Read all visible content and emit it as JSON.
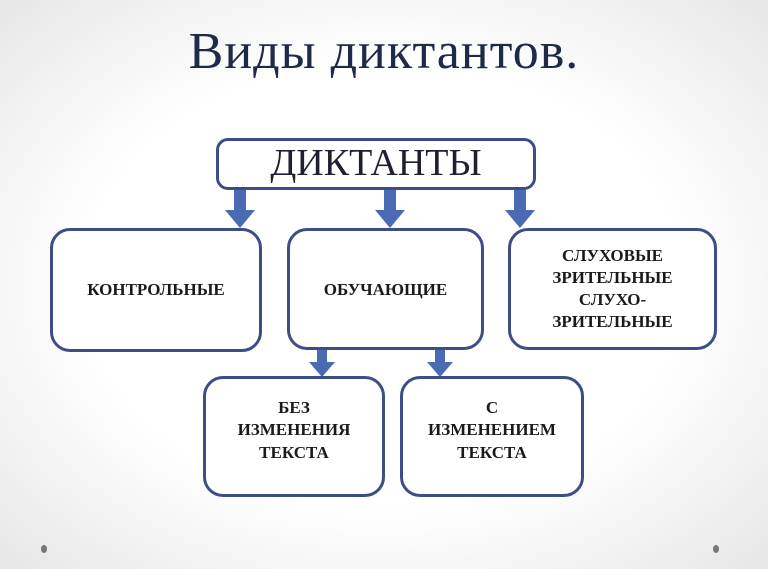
{
  "title": "Виды диктантов.",
  "root": {
    "label": "ДИКТАНТЫ"
  },
  "level1": [
    {
      "lines": [
        "КОНТРОЛЬНЫЕ"
      ]
    },
    {
      "lines": [
        "ОБУЧАЮЩИЕ"
      ]
    },
    {
      "lines": [
        "СЛУХОВЫЕ",
        "ЗРИТЕЛЬНЫЕ",
        "СЛУХО-",
        "ЗРИТЕЛЬНЫЕ"
      ]
    }
  ],
  "level2": [
    {
      "lines": [
        "БЕЗ",
        "ИЗМЕНЕНИЯ",
        "ТЕКСТА"
      ]
    },
    {
      "lines": [
        "С",
        "ИЗМЕНЕНИЕМ",
        "ТЕКСТА"
      ]
    }
  ],
  "colors": {
    "border": "#3d4e86",
    "arrow": "#4a6ab3",
    "title": "#1e2a48"
  }
}
